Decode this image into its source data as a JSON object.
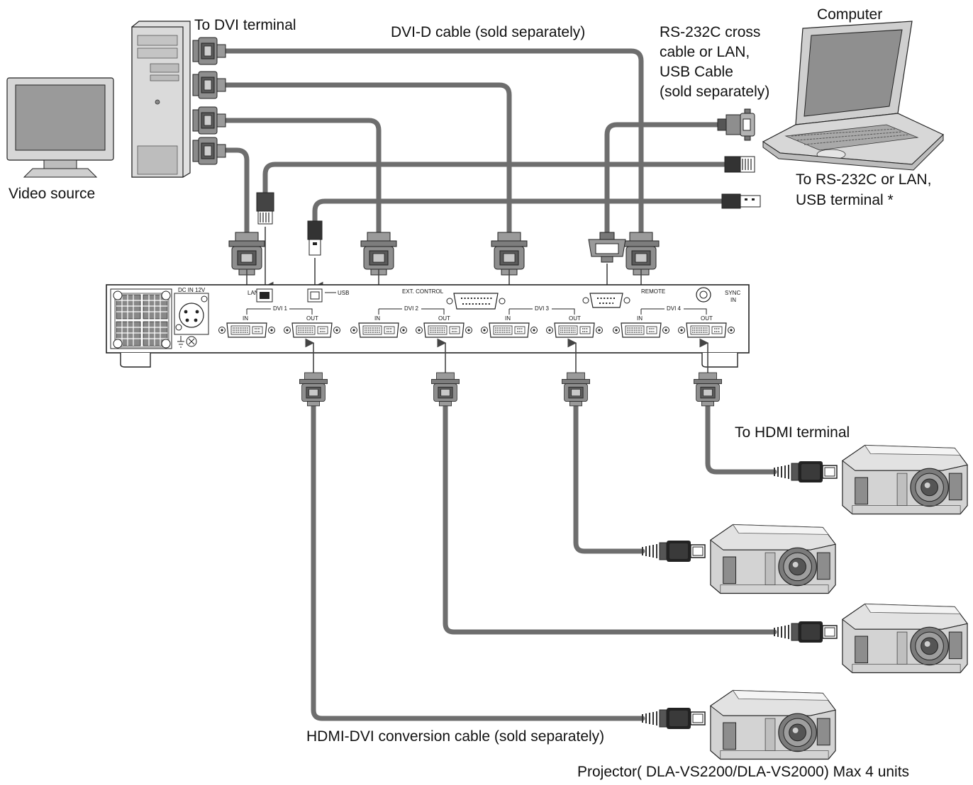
{
  "labels": {
    "to_dvi_terminal": "To DVI terminal",
    "dvi_d_cable": "DVI-D cable (sold separately)",
    "rs232c_line1": "RS-232C cross",
    "rs232c_line2": "cable or LAN,",
    "rs232c_line3": "USB Cable",
    "rs232c_line4": "(sold separately)",
    "computer": "Computer",
    "video_source": "Video source",
    "to_rs232c_line1": "To RS-232C or LAN,",
    "to_rs232c_line2": "USB terminal *",
    "to_hdmi_terminal": "To HDMI terminal",
    "hdmi_dvi_cable": "HDMI-DVI conversion cable (sold separately)",
    "projector_caption": "Projector( DLA-VS2200/DLA-VS2000) Max 4 units"
  },
  "panel": {
    "dc_in": "DC IN 12V",
    "lan": "LAN",
    "usb": "USB",
    "ext_control": "EXT. CONTROL",
    "remote": "REMOTE",
    "sync": "SYNC",
    "sync_in": "IN",
    "dvi1": "DVI 1",
    "dvi2": "DVI 2",
    "dvi3": "DVI 3",
    "dvi4": "DVI 4",
    "in": "IN",
    "out": "OUT"
  },
  "icons": [
    "monitor-icon",
    "tower-pc-icon",
    "laptop-icon",
    "projector-icon",
    "dvi-connector-icon",
    "hdmi-connector-icon",
    "rj45-connector-icon",
    "usb-connector-icon",
    "db9-connector-icon",
    "fan-icon",
    "ground-icon"
  ],
  "colors": {
    "cable": "#6e6e6e",
    "device_fill": "#d4d4d4",
    "device_dark": "#8a8a8a",
    "outline": "#222222"
  }
}
